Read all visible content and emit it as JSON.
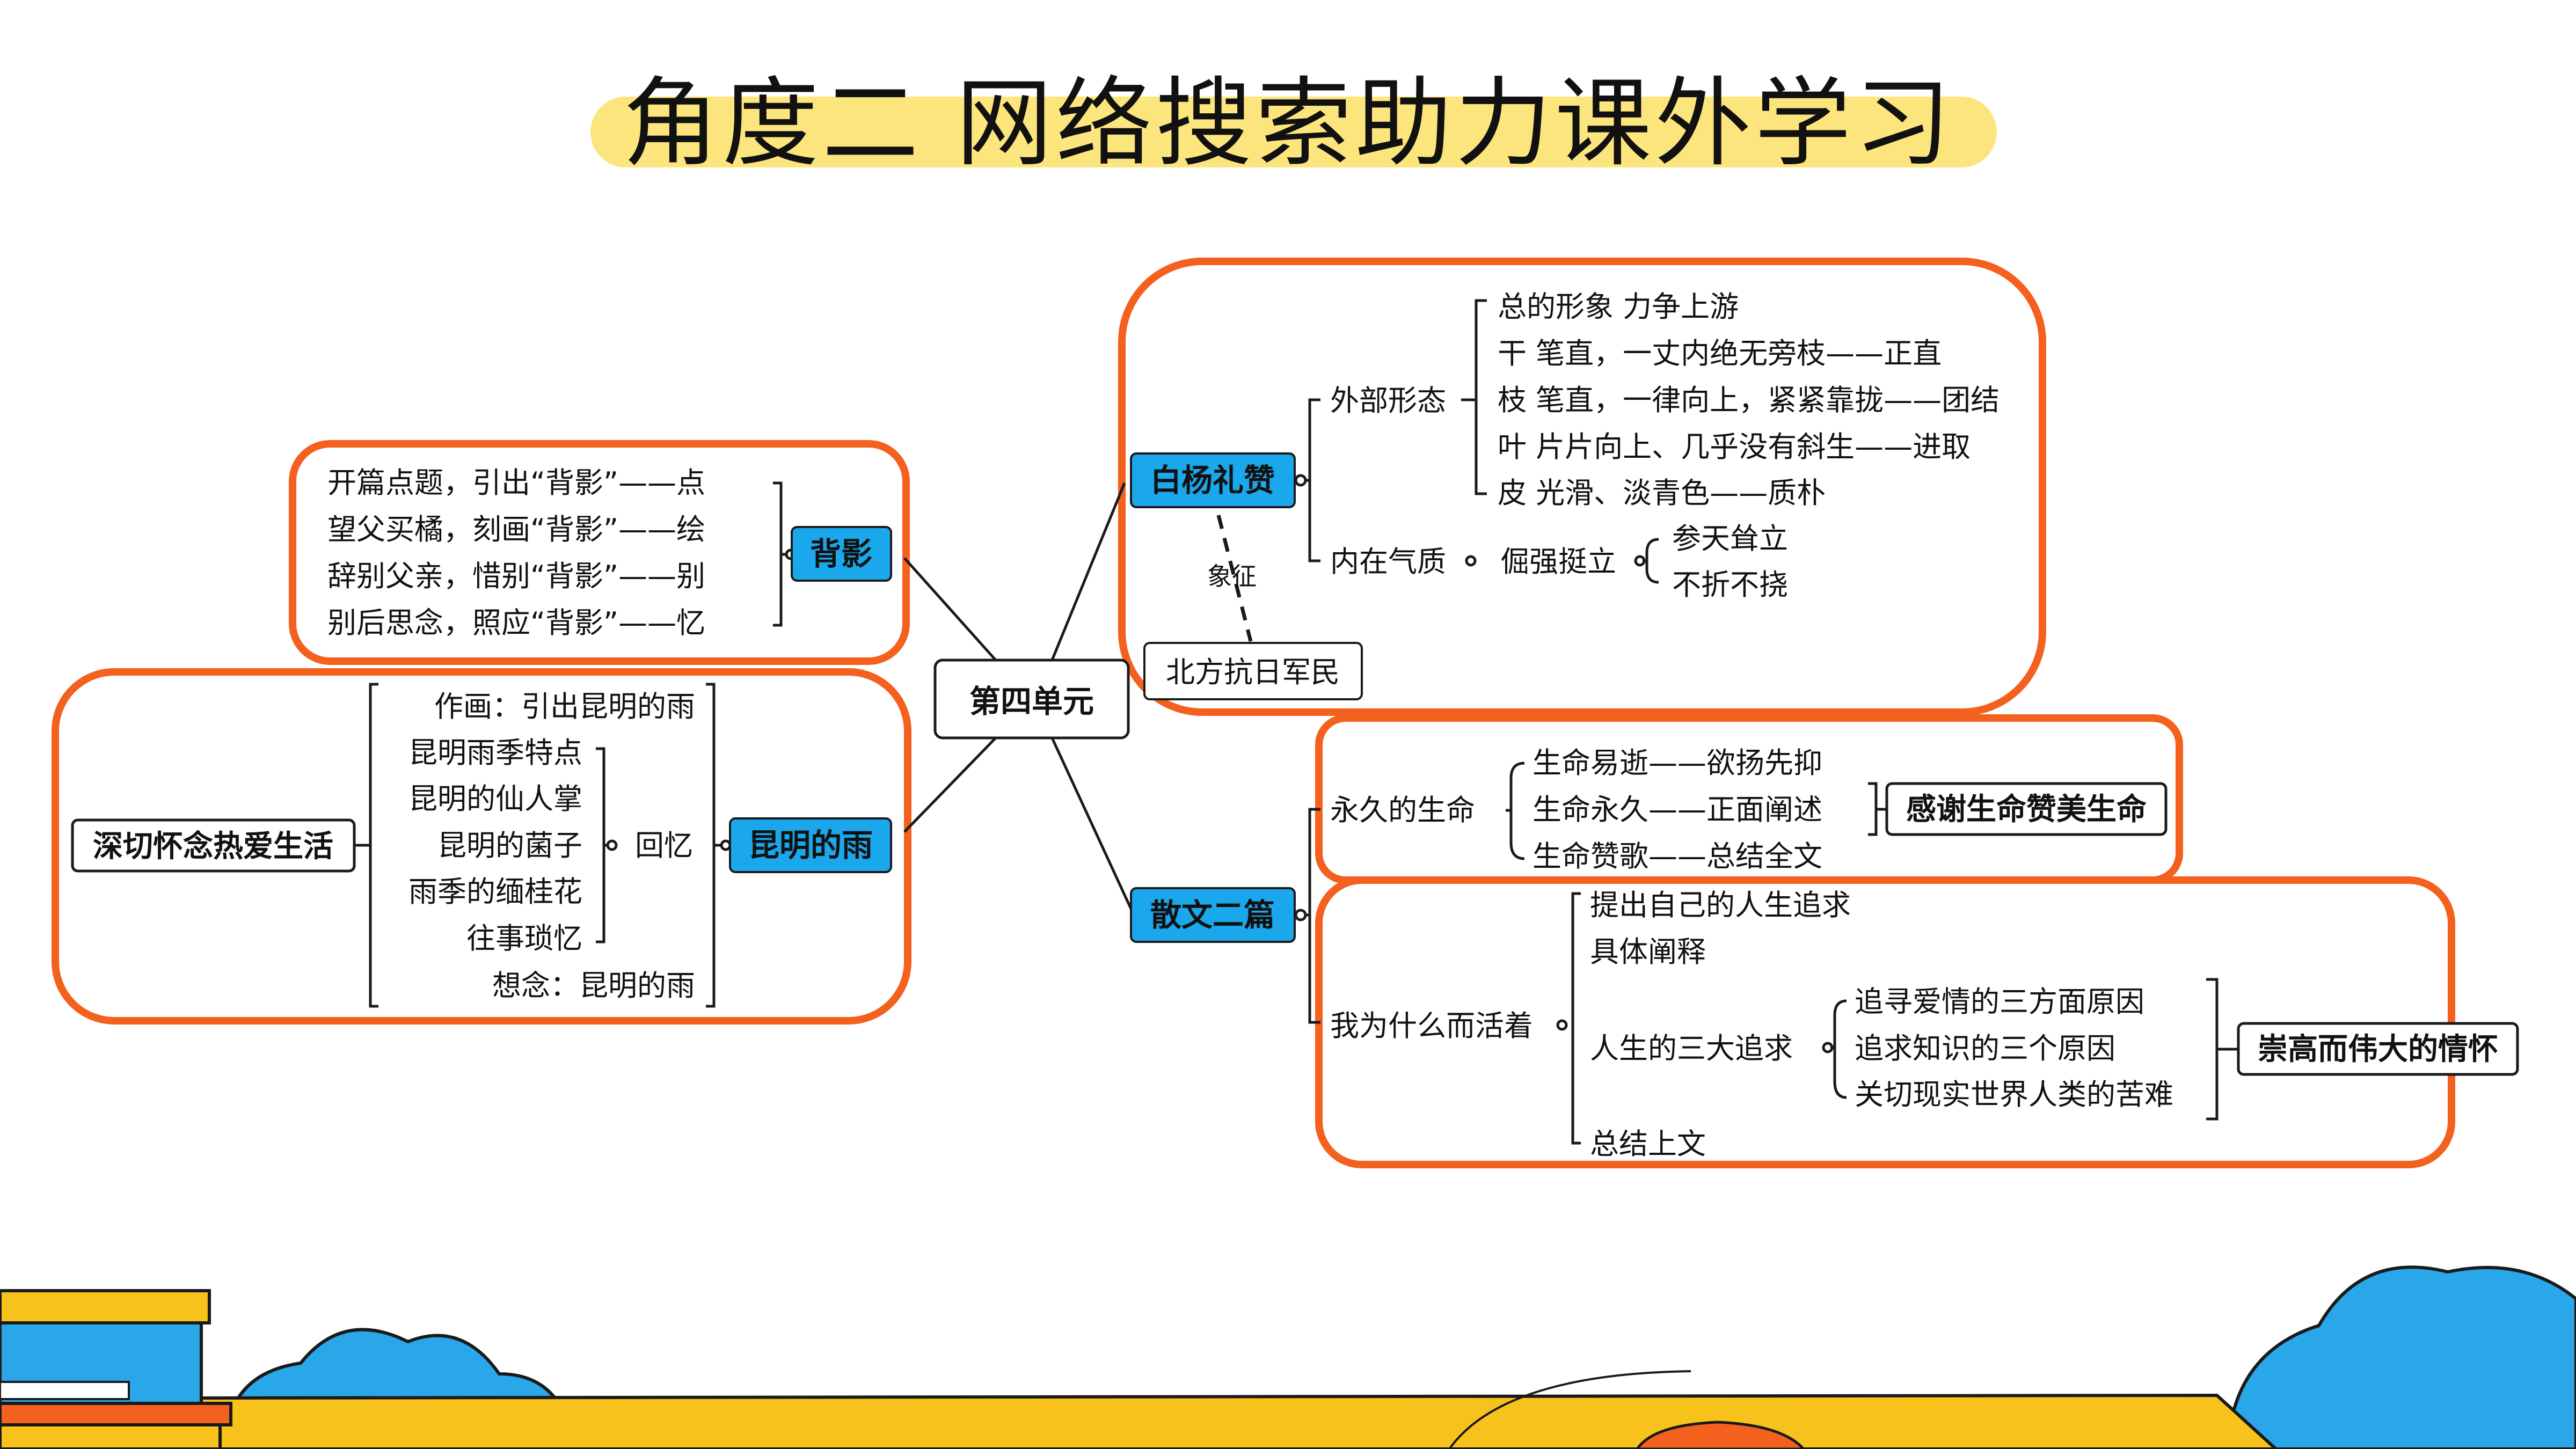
{
  "title": "角度二 网络搜索助力课外学习",
  "colors": {
    "title_band": "#fde57d",
    "frame": "#f4601d",
    "node_fill": "#1aa7ec",
    "connector": "#1a1a1a",
    "book_yellow": "#f7c21b",
    "book_orange": "#f4601d",
    "book_blue": "#29a7e8",
    "cloud_blue": "#29a7e8",
    "table_yellow": "#f7c21b"
  },
  "center": {
    "label": "第四单元"
  },
  "beiying": {
    "label": "背影",
    "items": [
      "开篇点题，引出“背影”——点",
      "望父买橘，刻画“背影”——绘",
      "辞别父亲，惜别“背影”——别",
      "别后思念，照应“背影”——忆"
    ]
  },
  "kunming": {
    "label": "昆明的雨",
    "theme": "深切怀念热爱生活",
    "intro": "作画：引出昆明的雨",
    "outro": "想念：昆明的雨",
    "memory_label": "回忆",
    "memories": [
      "昆明雨季特点",
      "昆明的仙人掌",
      "昆明的菌子",
      "雨季的缅桂花",
      "往事琐忆"
    ]
  },
  "baiyang": {
    "label": "白杨礼赞",
    "outer": {
      "label": "外部形态",
      "items": [
        "总的形象 力争上游",
        "干 笔直，一丈内绝无旁枝——正直",
        "枝 笔直，一律向上，紧紧靠拢——团结",
        "叶 片片向上、几乎没有斜生——进取",
        "皮 光滑、淡青色——质朴"
      ]
    },
    "inner": {
      "label": "内在气质",
      "quality": "倔强挺立",
      "items": [
        "参天耸立",
        "不折不挠"
      ]
    },
    "symbol_label": "象征",
    "symbol_target": "北方抗日军民"
  },
  "sanwen": {
    "label": "散文二篇",
    "yongjiu": {
      "label": "永久的生命",
      "items": [
        "生命易逝——欲扬先抑",
        "生命永久——正面阐述",
        "生命赞歌——总结全文"
      ],
      "theme": "感谢生命赞美生命"
    },
    "huozhe": {
      "label": "我为什么而活着",
      "items": [
        "提出自己的人生追求",
        "具体阐释"
      ],
      "pursuits_label": "人生的三大追求",
      "pursuits": [
        "追寻爱情的三方面原因",
        "追求知识的三个原因",
        "关切现实世界人类的苦难"
      ],
      "theme": "崇高而伟大的情怀",
      "summary": "总结上文"
    }
  }
}
